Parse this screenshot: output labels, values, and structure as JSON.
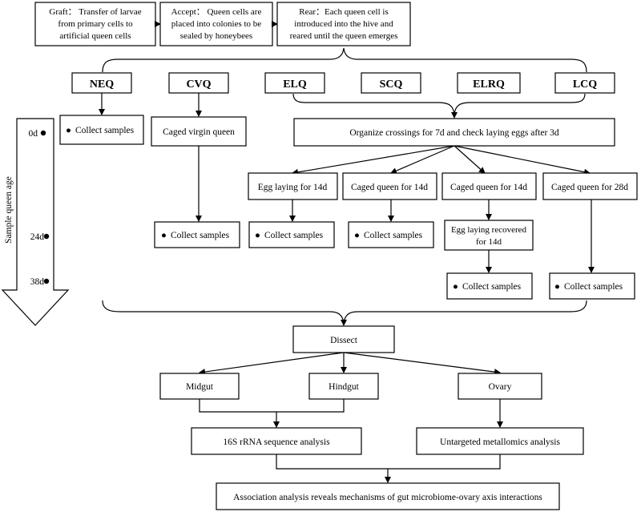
{
  "top": {
    "graft": [
      "Graft： Transfer of larvae",
      "from primary cells to",
      "artificial queen cells"
    ],
    "accept": [
      "Accept： Queen cells are",
      "placed into colonies to be",
      "sealed by honeybees"
    ],
    "rear": [
      "Rear：Each queen cell is",
      "introduced into the hive and",
      "reared until the queen emerges"
    ]
  },
  "groups": {
    "neq": "NEQ",
    "cvq": "CVQ",
    "elq": "ELQ",
    "scq": "SCQ",
    "elrq": "ELRQ",
    "lcq": "LCQ"
  },
  "steps": {
    "collect": "Collect samples",
    "caged_virgin": "Caged virgin queen",
    "organize": "Organize crossings for 7d and check laying eggs after 3d",
    "egg_laying_14": "Egg laying for 14d",
    "caged_14a": "Caged queen for 14d",
    "caged_14b": "Caged queen for 14d",
    "caged_28": "Caged queen for 28d",
    "egg_recovered": [
      "Egg laying recovered",
      "for 14d"
    ],
    "dissect": "Dissect",
    "midgut": "Midgut",
    "hindgut": "Hindgut",
    "ovary": "Ovary",
    "rrna": "16S rRNA sequence analysis",
    "metallomics": "Untargeted metallomics analysis",
    "association": "Association analysis reveals mechanisms of gut microbiome-ovary axis interactions"
  },
  "age_axis": {
    "label": "Sample queen age",
    "ticks": [
      "0d",
      "24d",
      "38d"
    ]
  },
  "bullet": "●"
}
